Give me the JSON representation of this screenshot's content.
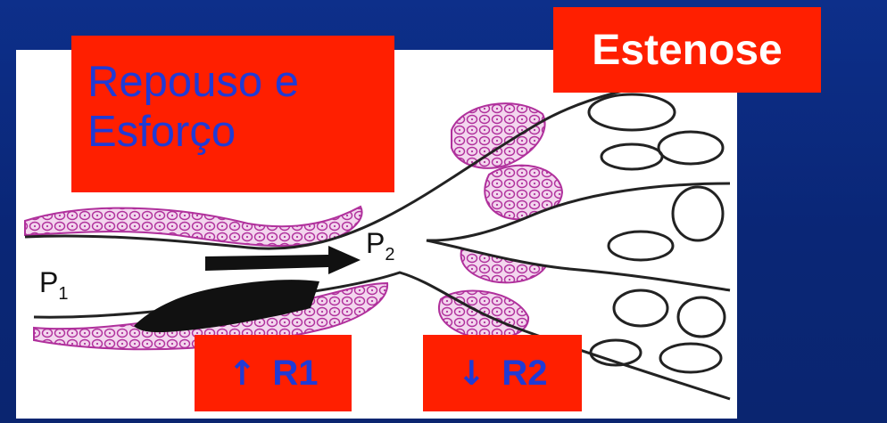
{
  "boxes": {
    "rest": "Repouso e\nEsforço",
    "stenosis": "Estenose"
  },
  "pressure_labels": {
    "p1": "P",
    "p1_sub": "1",
    "p2": "P",
    "p2_sub": "2"
  },
  "resistance": {
    "r1_arrow": "↑",
    "r1_label": "R1",
    "r2_arrow": "↓",
    "r2_label": "R2"
  },
  "colors": {
    "background": "#0b2a7f",
    "box": "#ff1f00",
    "box_text": "#1f3bd6",
    "cells": "#c040b0"
  }
}
